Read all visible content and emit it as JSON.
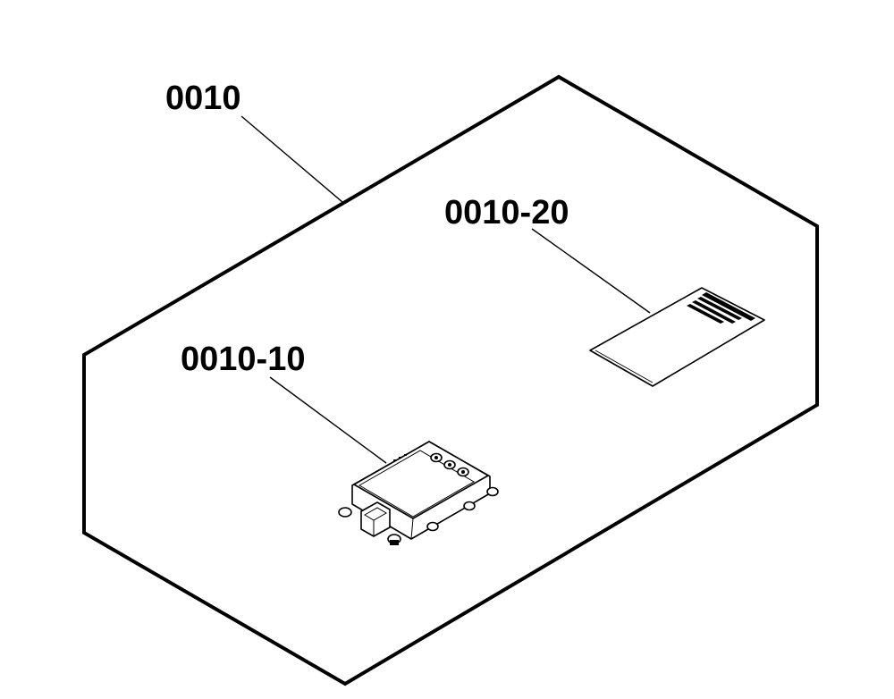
{
  "diagram": {
    "callouts": {
      "bag": "0010",
      "module": "0010-10",
      "document": "0010-20"
    },
    "colors": {
      "line": "#000000",
      "background": "#ffffff"
    }
  }
}
